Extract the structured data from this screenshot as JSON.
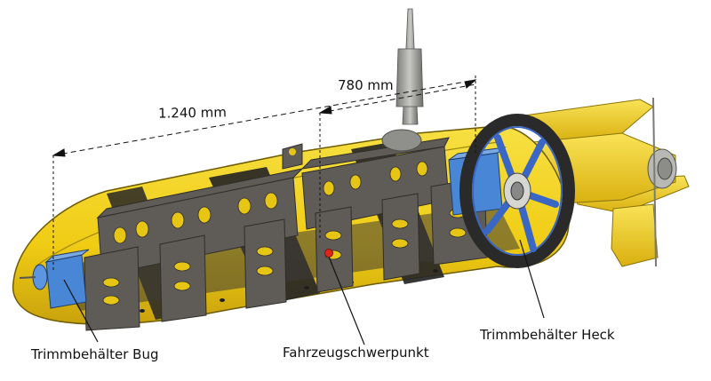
{
  "dimensions": {
    "total": "1.240 mm",
    "rear": "780 mm"
  },
  "labels": {
    "bow_trim": "Trimmbehälter Bug",
    "cog": "Fahrzeugschwerpunkt",
    "stern_trim": "Trimmbehälter Heck"
  },
  "colors": {
    "hull_yellow": "#f2d21a",
    "hull_dark": "#2a2a2a",
    "frame_gray": "#5f5c57",
    "trim_blue": "#4a86d6",
    "cog_red": "#e0261b",
    "mast_gray": "#9a9a95"
  }
}
